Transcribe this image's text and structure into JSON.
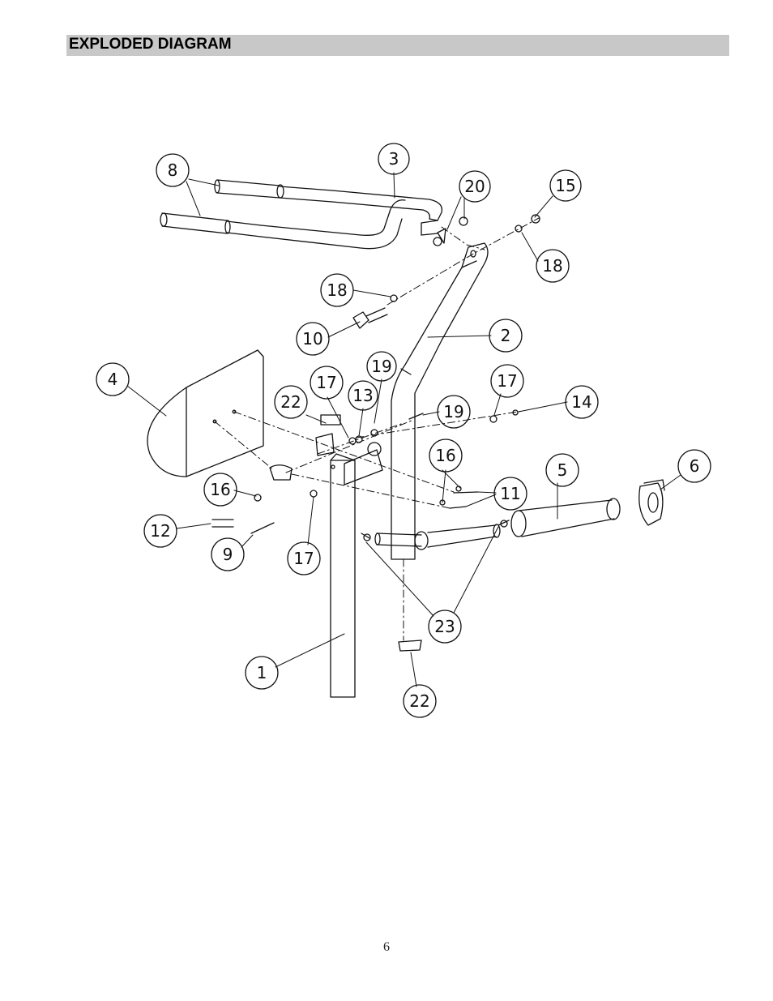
{
  "header": {
    "title": "EXPLODED DIAGRAM"
  },
  "page_number": "6",
  "callouts": [
    {
      "id": "c8",
      "label": "8"
    },
    {
      "id": "c3",
      "label": "3"
    },
    {
      "id": "c20",
      "label": "20"
    },
    {
      "id": "c15",
      "label": "15"
    },
    {
      "id": "c18a",
      "label": "18"
    },
    {
      "id": "c18b",
      "label": "18"
    },
    {
      "id": "c10",
      "label": "10"
    },
    {
      "id": "c2",
      "label": "2"
    },
    {
      "id": "c4",
      "label": "4"
    },
    {
      "id": "c19a",
      "label": "19"
    },
    {
      "id": "c17a",
      "label": "17"
    },
    {
      "id": "c13",
      "label": "13"
    },
    {
      "id": "c22a",
      "label": "22"
    },
    {
      "id": "c17b",
      "label": "17"
    },
    {
      "id": "c14",
      "label": "14"
    },
    {
      "id": "c19b",
      "label": "19"
    },
    {
      "id": "c16a",
      "label": "16"
    },
    {
      "id": "c5",
      "label": "5"
    },
    {
      "id": "c6",
      "label": "6"
    },
    {
      "id": "c16b",
      "label": "16"
    },
    {
      "id": "c11",
      "label": "11"
    },
    {
      "id": "c12",
      "label": "12"
    },
    {
      "id": "c9",
      "label": "9"
    },
    {
      "id": "c17c",
      "label": "17"
    },
    {
      "id": "c23",
      "label": "23"
    },
    {
      "id": "c1",
      "label": "1"
    },
    {
      "id": "c22b",
      "label": "22"
    }
  ]
}
